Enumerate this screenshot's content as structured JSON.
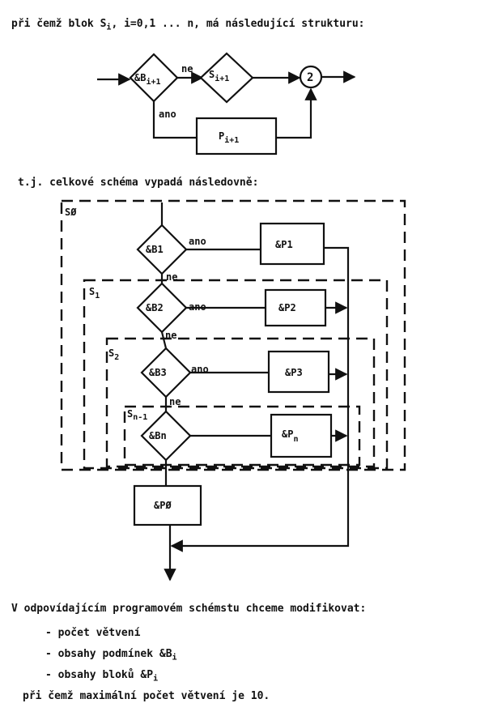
{
  "intro": "při čemž blok S",
  "intro_sub": "i",
  "intro_rest": ", i=0,1 ... n,  má následující strukturu:",
  "top": {
    "cond_main": "&B",
    "cond_sub": "i+1",
    "block_main": "S",
    "block_sub": "i+1",
    "proc_main": "P",
    "proc_sub": "i+1",
    "ne": "ne",
    "ano": "ano",
    "junction": "2"
  },
  "middle_text": "t.j. celkové schéma vypadá následovně:",
  "main": {
    "frame_labels": [
      {
        "main": "SØ",
        "sub": ""
      },
      {
        "main": "S",
        "sub": "1"
      },
      {
        "main": "S",
        "sub": "2"
      },
      {
        "main": "S",
        "sub": "n-1"
      }
    ],
    "conditions": [
      "&B1",
      "&B2",
      "&B3",
      "&Bn"
    ],
    "procs": [
      {
        "main": "&P1",
        "sub": ""
      },
      {
        "main": "&P2",
        "sub": ""
      },
      {
        "main": "&P3",
        "sub": ""
      },
      {
        "main": "&P",
        "sub": "n"
      }
    ],
    "ano": [
      "ano",
      "ano",
      "ano"
    ],
    "ne": [
      "ne",
      "ne",
      "ne"
    ],
    "final_block": "&PØ"
  },
  "footer": {
    "intro": "V odpovídajícím programovém schémstu chceme modifikovat:",
    "items": [
      {
        "text": "- počet větvení",
        "sub": ""
      },
      {
        "text": "- obsahy podmínek &B",
        "sub": "i"
      },
      {
        "text": "- obsahy bloků &P",
        "sub": "i"
      }
    ],
    "final": "při čemž maximální počet větvení je 10."
  }
}
